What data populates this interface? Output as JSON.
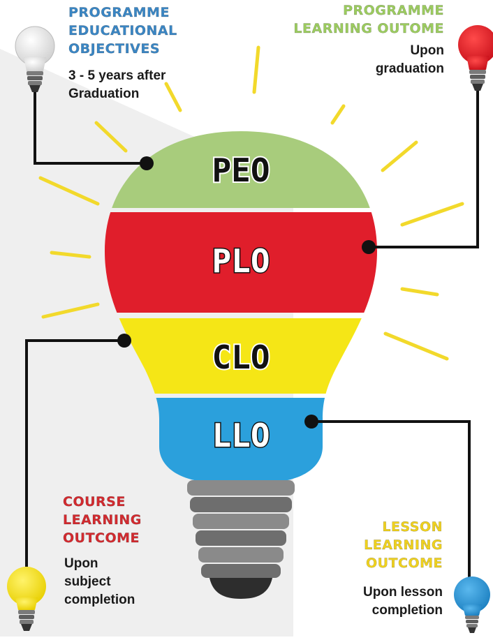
{
  "bands": {
    "peo": "PEO",
    "plo": "PLO",
    "clo": "CLO",
    "llo": "LLO"
  },
  "peo_label": {
    "lines": [
      "PROGRAMME",
      "EDUCATIONAL",
      "OBJECTIVES"
    ],
    "sub": [
      "3 - 5 years after",
      "Graduation"
    ]
  },
  "plo_label": {
    "lines": [
      "PROGRAMME",
      "LEARNING OUTOME"
    ],
    "sub": [
      "Upon",
      "graduation"
    ]
  },
  "clo_label": {
    "lines": [
      "COURSE",
      "LEARNING",
      "OUTCOME"
    ],
    "sub": [
      "Upon",
      "subject",
      "completion"
    ]
  },
  "llo_label": {
    "lines": [
      "LESSON",
      "LEARNING",
      "OUTCOME"
    ],
    "sub": [
      "Upon lesson",
      "completion"
    ]
  },
  "colors": {
    "peo": "#a8cc7c",
    "plo": "#e01e2b",
    "clo": "#f5e616",
    "llo": "#2ba0dc",
    "peo_title": "#3a86c4",
    "plo_title": "#9ccc5f",
    "clo_title": "#d32a2f",
    "llo_title": "#f0d21e",
    "rays": "#f2d92b"
  }
}
